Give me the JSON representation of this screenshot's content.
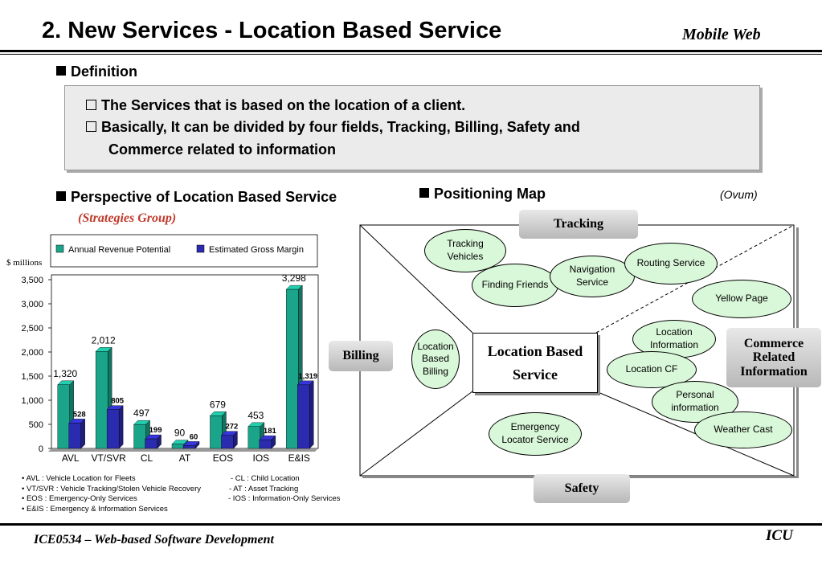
{
  "header": {
    "title": "2. New Services - Location Based Service",
    "right_label": "Mobile Web"
  },
  "definition": {
    "heading": "Definition",
    "lines": [
      "The Services that is based on the location of a client.",
      "Basically, It can be divided by four fields, Tracking, Billing, Safety and",
      "Commerce related to information"
    ]
  },
  "perspective": {
    "heading": "Perspective of Location Based Service",
    "source": "(Strategies Group)"
  },
  "positioning": {
    "heading": "Positioning Map",
    "source": "(Ovum)",
    "center": [
      "Location Based",
      "Service"
    ],
    "categories": {
      "top": "Tracking",
      "left": "Billing",
      "bottom": "Safety",
      "right": [
        "Commerce",
        "Related",
        "Information"
      ]
    },
    "ovals": [
      {
        "lines": [
          "Tracking",
          "Vehicles"
        ]
      },
      {
        "lines": [
          "Finding Friends"
        ]
      },
      {
        "lines": [
          "Navigation",
          "Service"
        ]
      },
      {
        "lines": [
          "Routing Service"
        ]
      },
      {
        "lines": [
          "Yellow Page"
        ]
      },
      {
        "lines": [
          "Location",
          "Information"
        ]
      },
      {
        "lines": [
          "Location CF"
        ]
      },
      {
        "lines": [
          "Personal",
          "information"
        ]
      },
      {
        "lines": [
          "Weather Cast"
        ]
      },
      {
        "lines": [
          "Location",
          "Based",
          "Billing"
        ]
      },
      {
        "lines": [
          "Emergency",
          "Locator Service"
        ]
      }
    ]
  },
  "chart_data": {
    "type": "bar",
    "ylabel": "$ millions",
    "categories": [
      "AVL",
      "VT/SVR",
      "CL",
      "AT",
      "EOS",
      "IOS",
      "E&IS"
    ],
    "series": [
      {
        "name": "Annual Revenue Potential",
        "values": [
          1320,
          2012,
          497,
          90,
          679,
          453,
          3298
        ],
        "labels": [
          "1,320",
          "2,012",
          "497",
          "90",
          "679",
          "453",
          "3,298"
        ],
        "color": "#1aa58b"
      },
      {
        "name": "Estimated Gross Margin",
        "values": [
          528,
          805,
          199,
          60,
          272,
          181,
          1319
        ],
        "labels": [
          "528",
          "805",
          "199",
          "60",
          "272",
          "181",
          "1,319"
        ],
        "color": "#2b2bb0"
      }
    ],
    "ylim": [
      0,
      3500
    ],
    "yticks": [
      0,
      500,
      1000,
      1500,
      2000,
      2500,
      3000,
      3500
    ],
    "ytick_labels": [
      "0",
      "500",
      "1,000",
      "1,500",
      "2,000",
      "2,500",
      "3,000",
      "3,500"
    ],
    "legend_position": "top"
  },
  "notes": [
    {
      "left": "• AVL : Vehicle Location for Fleets",
      "right": "- CL : Child Location"
    },
    {
      "left": "• VT/SVR : Vehicle Tracking/Stolen Vehicle Recovery",
      "right": "- AT : Asset Tracking"
    },
    {
      "left": "• EOS : Emergency-Only Services",
      "right": "- IOS : Information-Only Services"
    },
    {
      "left": "• E&IS : Emergency & Information Services",
      "right": ""
    }
  ],
  "footer": {
    "left": "ICE0534 – Web-based Software Development",
    "right": "ICU"
  }
}
